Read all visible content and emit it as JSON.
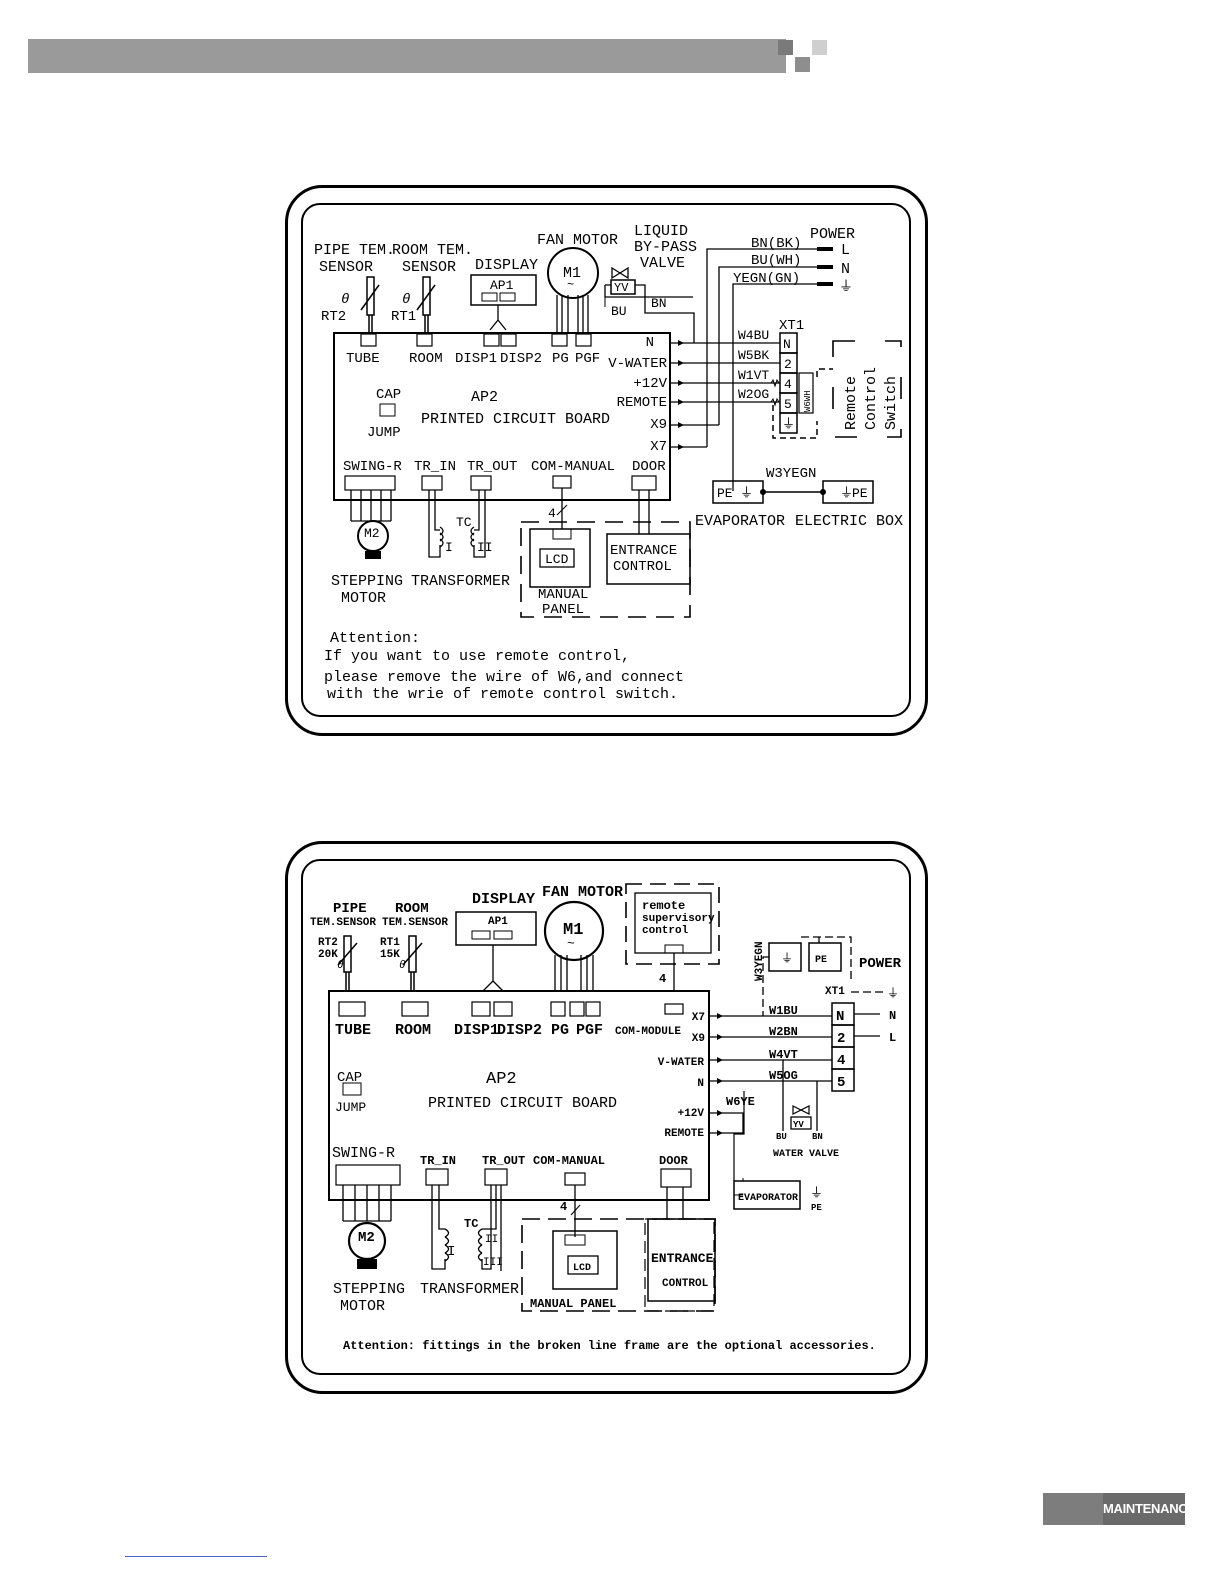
{
  "footer": {
    "section_label": "MAINTENANCE"
  },
  "diagram1": {
    "labels": {
      "pipe_sensor": [
        "PIPE TEM.",
        "SENSOR"
      ],
      "room_sensor": [
        "ROOM TEM.",
        "SENSOR"
      ],
      "display": "DISPLAY",
      "ap1": "AP1",
      "fan_motor": "FAN MOTOR",
      "m1": "M1",
      "liquid_valve": [
        "LIQUID",
        "BY-PASS",
        "VALVE"
      ],
      "yv": "YV",
      "bu": "BU",
      "bn": "BN",
      "power": "POWER",
      "wires_power": [
        "BN(BK)",
        "BU(WH)",
        "YEGN(GN)"
      ],
      "power_terms": [
        "L",
        "N",
        "⏚"
      ],
      "rt2": "RT2",
      "rt1": "RT1",
      "connectors_top": [
        "TUBE",
        "ROOM",
        "DISP1",
        "DISP2",
        "PG",
        "PGF"
      ],
      "right_terms": [
        "N",
        "V-WATER",
        "+12V",
        "REMOTE",
        "X9",
        "X7"
      ],
      "xt1": "XT1",
      "wire_codes": [
        "W4BU",
        "W5BK",
        "W1VT",
        "W2OG"
      ],
      "xt1_terms": [
        "N",
        "2",
        "4",
        "5",
        "⏚"
      ],
      "w6wh": "W6WH",
      "remote_switch": [
        "Remote",
        "Control",
        "Switch"
      ],
      "cap": "CAP",
      "jump": "JUMP",
      "ap2": "AP2",
      "pcb": "PRINTED CIRCUIT BOARD",
      "bottom_connectors": [
        "SWING-R",
        "TR_IN",
        "TR_OUT",
        "COM-MANUAL",
        "DOOR"
      ],
      "w3yegn": "W3YEGN",
      "pe": "PE",
      "evaporator": "EVAPORATOR",
      "electric_box": "ELECTRIC BOX",
      "m2": "M2",
      "tc": "TC",
      "coil1": "I",
      "coil2": "II",
      "stepping_motor": [
        "STEPPING",
        "MOTOR"
      ],
      "transformer": "TRANSFORMER",
      "four": "4",
      "lcd": "LCD",
      "manual_panel": [
        "MANUAL",
        "PANEL"
      ],
      "entrance_control": [
        "ENTRANCE",
        "CONTROL"
      ]
    },
    "attention": [
      "Attention:",
      "If you want to use remote control,",
      "please remove the wire of W6,and connect",
      "with the wrie of  remote control switch."
    ]
  },
  "diagram2": {
    "labels": {
      "pipe_sensor": [
        "PIPE",
        "TEM.SENSOR"
      ],
      "room_sensor": [
        "ROOM",
        "TEM.SENSOR"
      ],
      "rt2": [
        "RT2",
        "20K"
      ],
      "rt1": [
        "RT1",
        "15K"
      ],
      "display": "DISPLAY",
      "ap1": "AP1",
      "fan_motor": "FAN MOTOR",
      "m1": "M1",
      "remote_supervisory": [
        "remote",
        "supervisory",
        "control"
      ],
      "w3yegn": "W3YEGN",
      "pe": "PE",
      "power": "POWER",
      "xt1": "XT1",
      "connectors_top": [
        "TUBE",
        "ROOM",
        "DISP1",
        "DISP2",
        "PG",
        "PGF",
        "COM-MODULE"
      ],
      "right_terms": [
        "X7",
        "X9",
        "V-WATER",
        "N",
        "+12V",
        "REMOTE"
      ],
      "wire_codes": [
        "W1BU",
        "W2BN",
        "W4VT",
        "W5OG"
      ],
      "xt1_terms": [
        "N",
        "2",
        "4",
        "5"
      ],
      "power_terms": [
        "N",
        "L",
        "⏚"
      ],
      "w6ye": "W6YE",
      "yv": "YV",
      "bu": "BU",
      "bn": "BN",
      "water_valve": "WATER VALVE",
      "cap": "CAP",
      "jump": "JUMP",
      "ap2": "AP2",
      "pcb": "PRINTED CIRCUIT BOARD",
      "bottom_connectors": [
        "SWING-R",
        "TR_IN",
        "TR_OUT",
        "COM-MANUAL",
        "DOOR"
      ],
      "evaporator": "EVAPORATOR",
      "pe2": "PE",
      "m2": "M2",
      "tc": "TC",
      "coil1": "I",
      "coil2": "II",
      "coil3": "III",
      "stepping_motor": [
        "STEPPING",
        "MOTOR"
      ],
      "transformer": "TRANSFORMER",
      "four": "4",
      "lcd": "LCD",
      "manual_panel": "MANUAL   PANEL",
      "entrance_control": [
        "ENTRANCE",
        "CONTROL"
      ]
    },
    "attention": "Attention: fittings in the broken line frame are the optional accessories."
  }
}
